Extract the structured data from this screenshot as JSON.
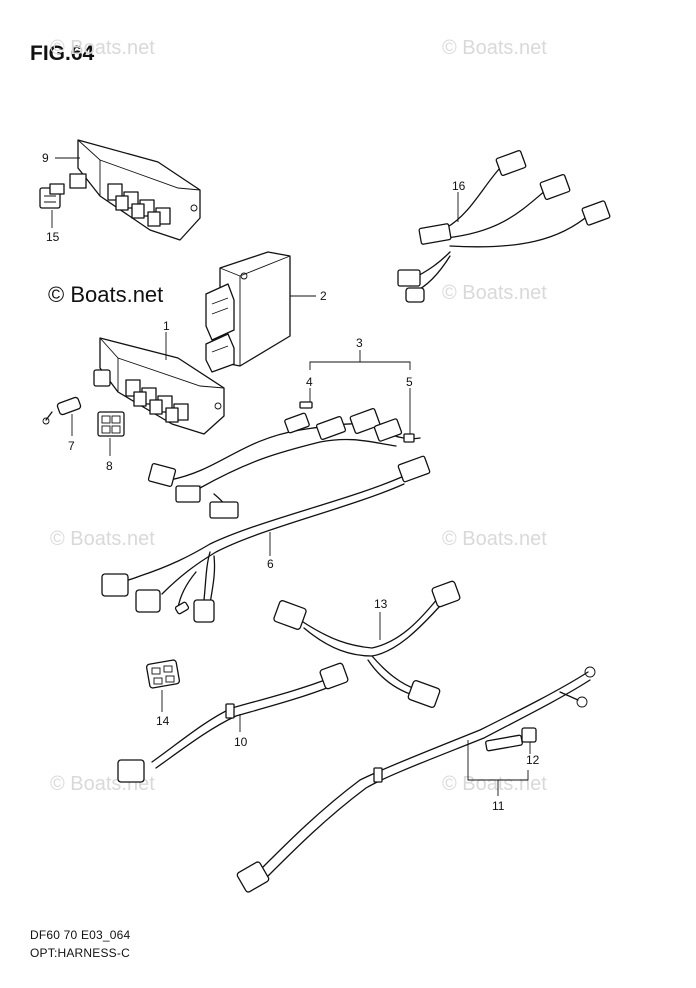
{
  "figure": {
    "title": "FIG.64"
  },
  "watermark": {
    "text": "© Boats.net"
  },
  "parts": [
    "1",
    "2",
    "3",
    "4",
    "5",
    "6",
    "7",
    "8",
    "9",
    "10",
    "11",
    "12",
    "13",
    "14",
    "15",
    "16"
  ],
  "footer": {
    "line1": "DF60 70 E03_064",
    "line2": "OPT:HARNESS-C"
  }
}
